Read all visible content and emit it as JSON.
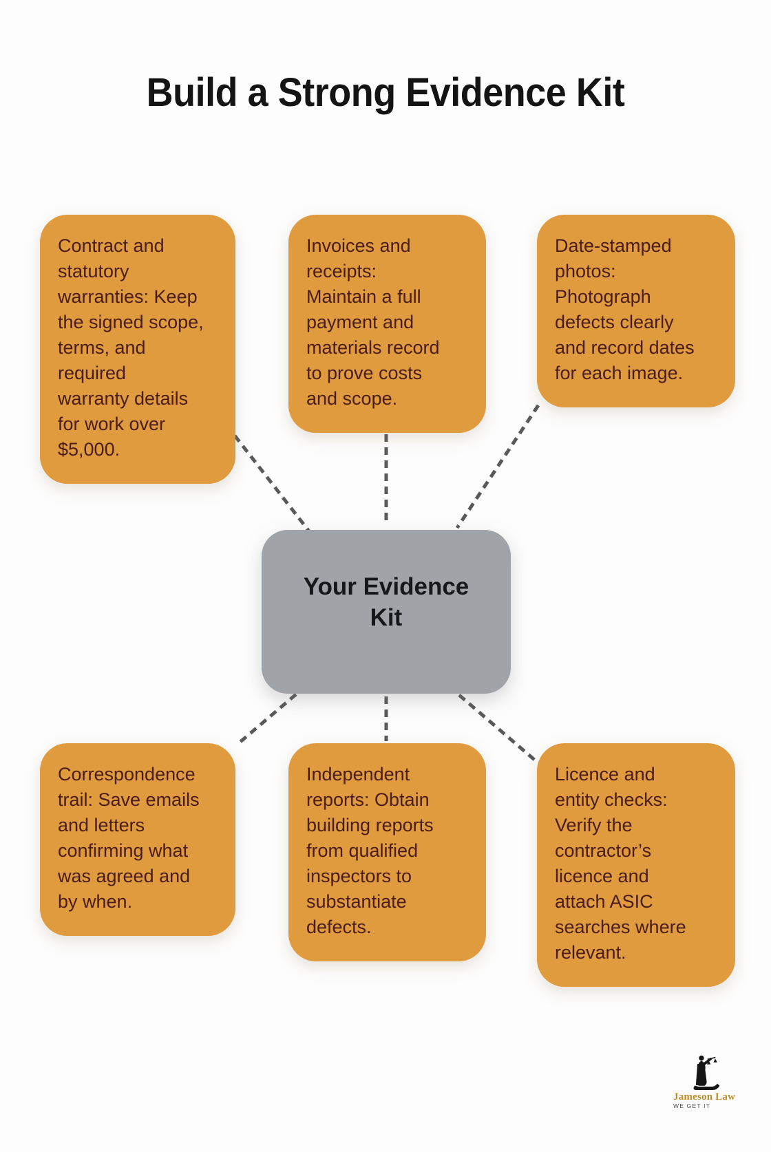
{
  "title": "Build a Strong Evidence Kit",
  "center": {
    "label": "Your Evidence\nKit"
  },
  "cards": [
    {
      "id": "contract-warranties",
      "text": "Contract and\nstatutory\nwarranties: Keep\nthe signed scope,\nterms, and\nrequired\nwarranty details\nfor work over\n$5,000."
    },
    {
      "id": "invoices-receipts",
      "text": "Invoices and\nreceipts:\nMaintain a full\npayment and\nmaterials record\nto prove costs\nand scope."
    },
    {
      "id": "date-stamped-photos",
      "text": "Date-stamped\nphotos:\nPhotograph\ndefects clearly\nand record dates\nfor each image."
    },
    {
      "id": "correspondence-trail",
      "text": "Correspondence\ntrail: Save emails\nand letters\nconfirming what\nwas agreed and\nby when."
    },
    {
      "id": "independent-reports",
      "text": "Independent\nreports: Obtain\nbuilding reports\nfrom qualified\ninspectors to\nsubstantiate\ndefects."
    },
    {
      "id": "licence-entity-checks",
      "text": "Licence and\nentity checks:\nVerify the\ncontractor’s\nlicence and\nattach ASIC\nsearches where\nrelevant."
    }
  ],
  "logo": {
    "name": "Jameson Law",
    "tagline": "WE GET IT"
  },
  "colors": {
    "background": "#FDFDFD",
    "card_fill": "#DF9B3D",
    "card_text": "#4A1C1C",
    "center_fill": "#A0A4A8",
    "center_text": "#17181A",
    "connector": "#58595B",
    "title_text": "#141414",
    "logo_gold": "#BD8B28"
  }
}
